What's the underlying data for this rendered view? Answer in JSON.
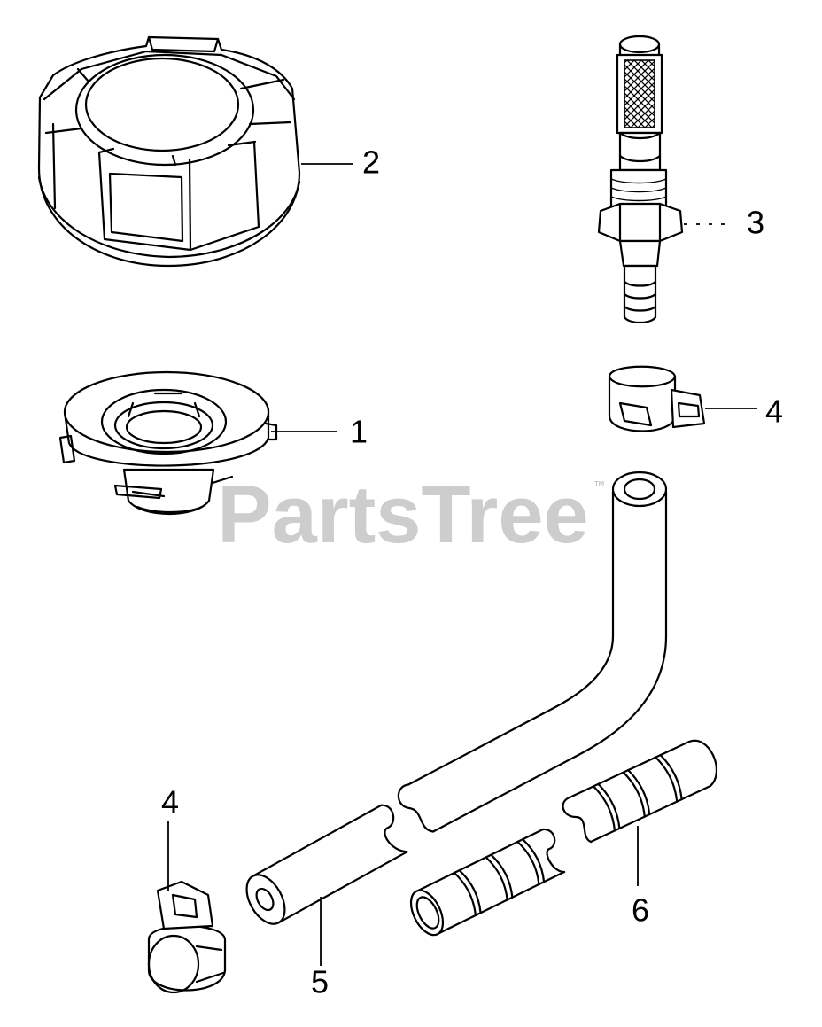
{
  "callouts": {
    "part_1": "1",
    "part_2": "2",
    "part_3": "3",
    "part_4_top": "4",
    "part_4_bottom": "4",
    "part_5": "5",
    "part_6": "6"
  },
  "watermark": {
    "text": "PartsTree",
    "trademark": "™"
  }
}
